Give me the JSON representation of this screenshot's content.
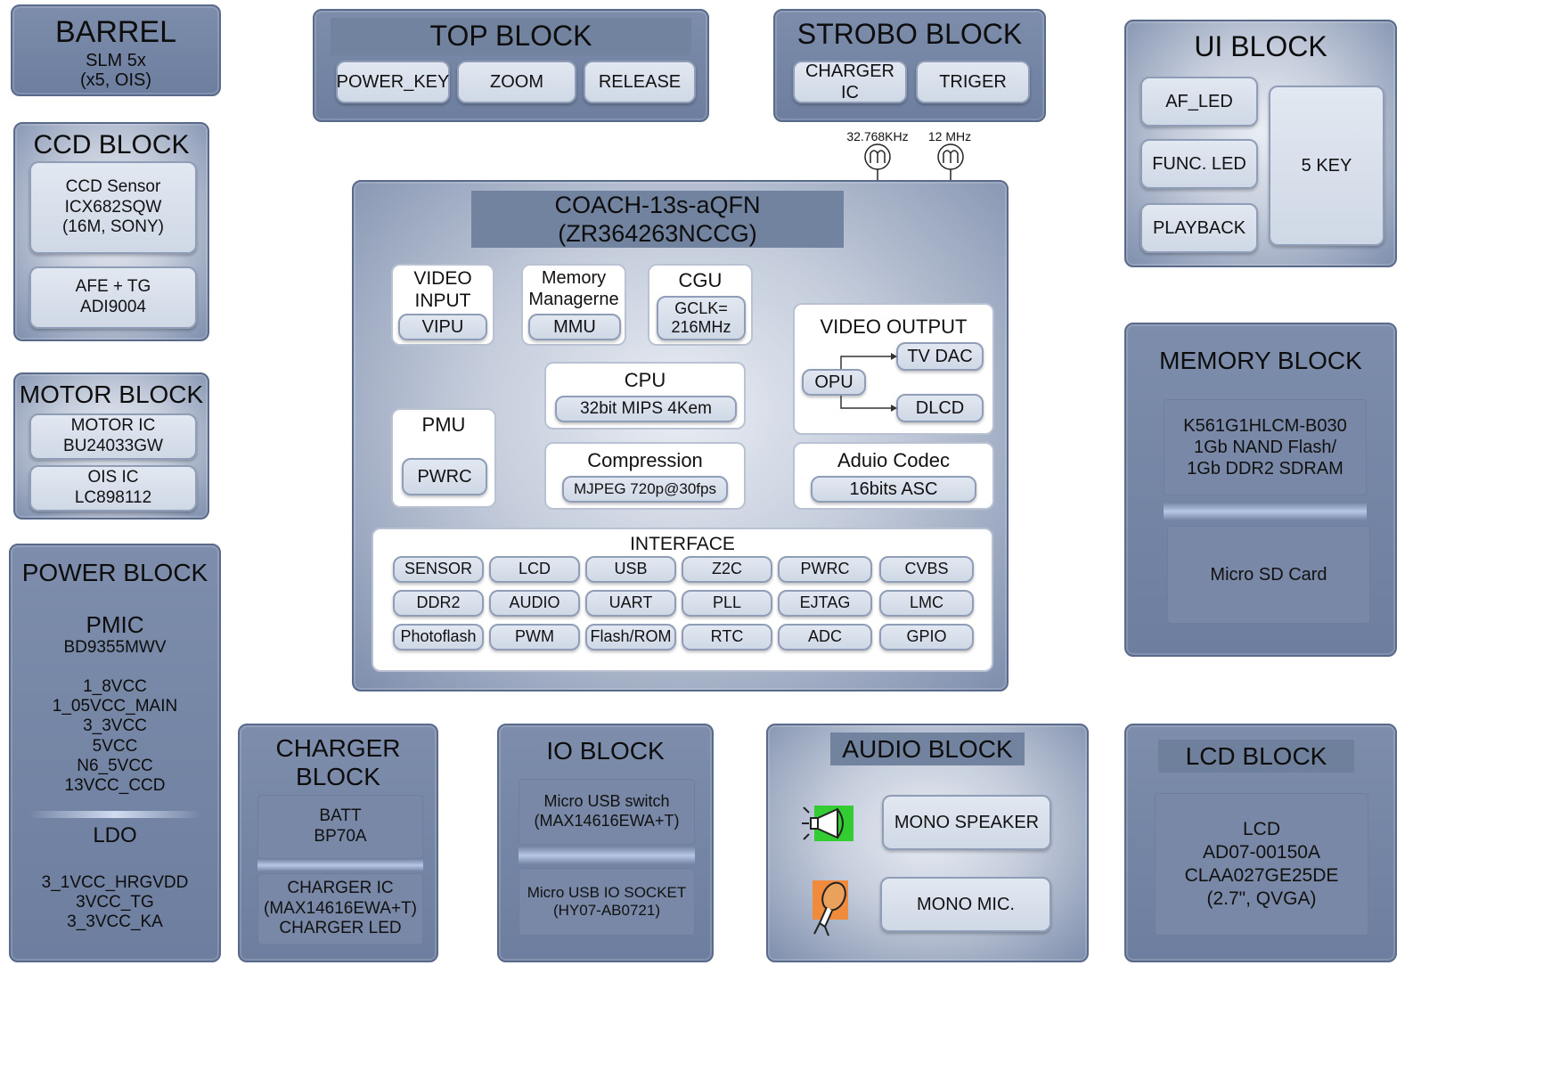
{
  "barrel": {
    "title": "BARREL",
    "line1": "SLM 5x",
    "line2": "(x5, OIS)"
  },
  "ccd": {
    "title": "CCD BLOCK",
    "sensor": "CCD Sensor\nICX682SQW\n(16M, SONY)",
    "afe": "AFE + TG\nADI9004"
  },
  "motor": {
    "title": "MOTOR BLOCK",
    "ic": "MOTOR IC\nBU24033GW",
    "ois": "OIS IC\nLC898112"
  },
  "power": {
    "title": "POWER BLOCK",
    "pmic_title": "PMIC",
    "pmic_part": "BD9355MWV",
    "pmic_rails": "1_8VCC\n1_05VCC_MAIN\n3_3VCC\n5VCC\nN6_5VCC\n13VCC_CCD",
    "ldo_title": "LDO",
    "ldo_rails": "3_1VCC_HRGVDD\n3VCC_TG\n3_3VCC_KA"
  },
  "top": {
    "title": "TOP BLOCK",
    "items": [
      "POWER_KEY",
      "ZOOM",
      "RELEASE"
    ]
  },
  "strobo": {
    "title": "STROBO BLOCK",
    "items": [
      "CHARGER IC",
      "TRIGER"
    ]
  },
  "clocks": [
    "32.768KHz",
    "12 MHz"
  ],
  "ui": {
    "title": "UI BLOCK",
    "items": [
      "AF_LED",
      "FUNC. LED",
      "PLAYBACK"
    ],
    "key": "5 KEY"
  },
  "coach": {
    "title": "COACH-13s-aQFN\n(ZR364263NCCG)",
    "video_input": {
      "title": "VIDEO\nINPUT",
      "unit": "VIPU"
    },
    "memory": {
      "title": "Memory\nManagerne",
      "unit": "MMU"
    },
    "cgu": {
      "title": "CGU",
      "unit": "GCLK=\n216MHz"
    },
    "cpu": {
      "title": "CPU",
      "unit": "32bit MIPS 4Kem"
    },
    "pmu": {
      "title": "PMU",
      "unit": "PWRC"
    },
    "compression": {
      "title": "Compression",
      "unit": "MJPEG 720p@30fps"
    },
    "video_output": {
      "title": "VIDEO OUTPUT",
      "opu": "OPU",
      "tvdac": "TV DAC",
      "dlcd": "DLCD"
    },
    "audio_codec": {
      "title": "Aduio Codec",
      "unit": "16bits ASC"
    },
    "interface": {
      "title": "INTERFACE",
      "rows": [
        [
          "SENSOR",
          "LCD",
          "USB",
          "Z2C",
          "PWRC",
          "CVBS"
        ],
        [
          "DDR2",
          "AUDIO",
          "UART",
          "PLL",
          "EJTAG",
          "LMC"
        ],
        [
          "Photoflash",
          "PWM",
          "Flash/ROM",
          "RTC",
          "ADC",
          "GPIO"
        ]
      ]
    }
  },
  "memory_block": {
    "title": "MEMORY BLOCK",
    "nand": "K561G1HLCM-B030\n1Gb NAND Flash/\n1Gb DDR2 SDRAM",
    "sd": "Micro SD Card"
  },
  "charger": {
    "title": "CHARGER\nBLOCK",
    "batt": "BATT\nBP70A",
    "ic": "CHARGER IC\n(MAX14616EWA+T)\nCHARGER LED"
  },
  "io": {
    "title": "IO BLOCK",
    "switch": "Micro USB switch\n(MAX14616EWA+T)",
    "socket": "Micro USB IO SOCKET\n(HY07-AB0721)"
  },
  "audio": {
    "title": "AUDIO BLOCK",
    "speaker": "MONO SPEAKER",
    "mic": "MONO MIC.",
    "speaker_icon": "megaphone-icon",
    "mic_icon": "microphone-icon",
    "speaker_icon_bg": "#33cc33",
    "mic_icon_bg": "#f08a3c"
  },
  "lcd": {
    "title": "LCD BLOCK",
    "panel": "LCD\nAD07-00150A\nCLAA027GE25DE\n(2.7\", QVGA)"
  }
}
